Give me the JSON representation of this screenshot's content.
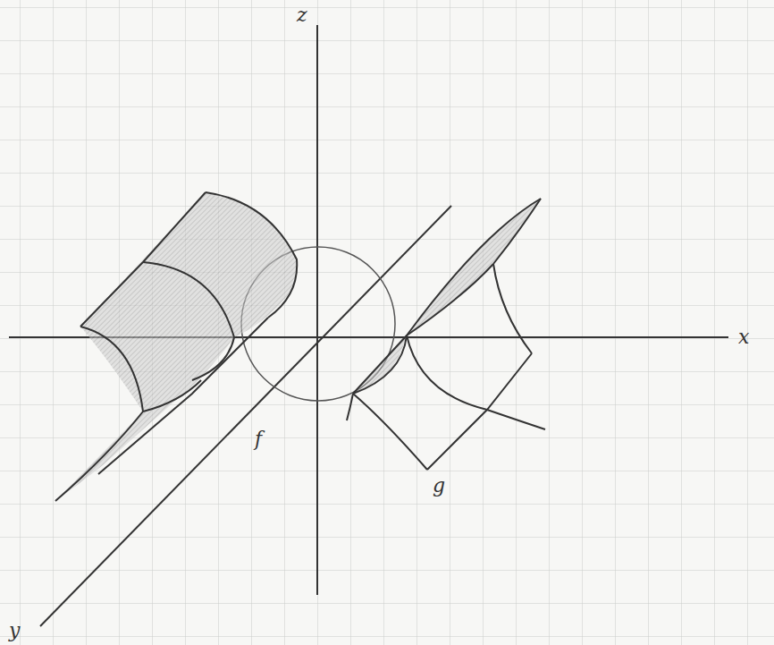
{
  "diagram": {
    "labels": [
      "z",
      "x",
      "y",
      "f",
      "g"
    ]
  }
}
